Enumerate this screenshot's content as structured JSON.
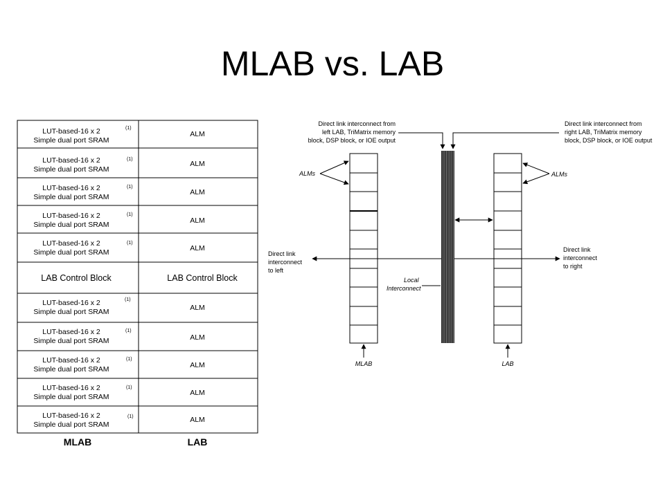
{
  "slide": {
    "title": "MLAB vs. LAB"
  },
  "table": {
    "left_lines": [
      "LUT-based-16 x 2",
      "Simple dual port SRAM"
    ],
    "note": "(1)",
    "right_label": "ALM",
    "control_label": "LAB Control Block",
    "footer_left": "MLAB",
    "footer_right": "LAB"
  },
  "diagram": {
    "top_left_lines": [
      "Direct link interconnect from",
      "left LAB, TriMatrix memory",
      "block, DSP block, or IOE output"
    ],
    "top_right_lines": [
      "Direct link interconnect from",
      "right LAB, TriMatrix memory",
      "block, DSP block, or IOE output"
    ],
    "alms_left": "ALMs",
    "alms_right": "ALMs",
    "left_out_lines": [
      "Direct link",
      "interconnect",
      "to left"
    ],
    "right_out_lines": [
      "Direct link",
      "interconnect",
      "to right"
    ],
    "local_lines": [
      "Local",
      "Interconnect"
    ],
    "mlab_label": "MLAB",
    "lab_label": "LAB"
  }
}
